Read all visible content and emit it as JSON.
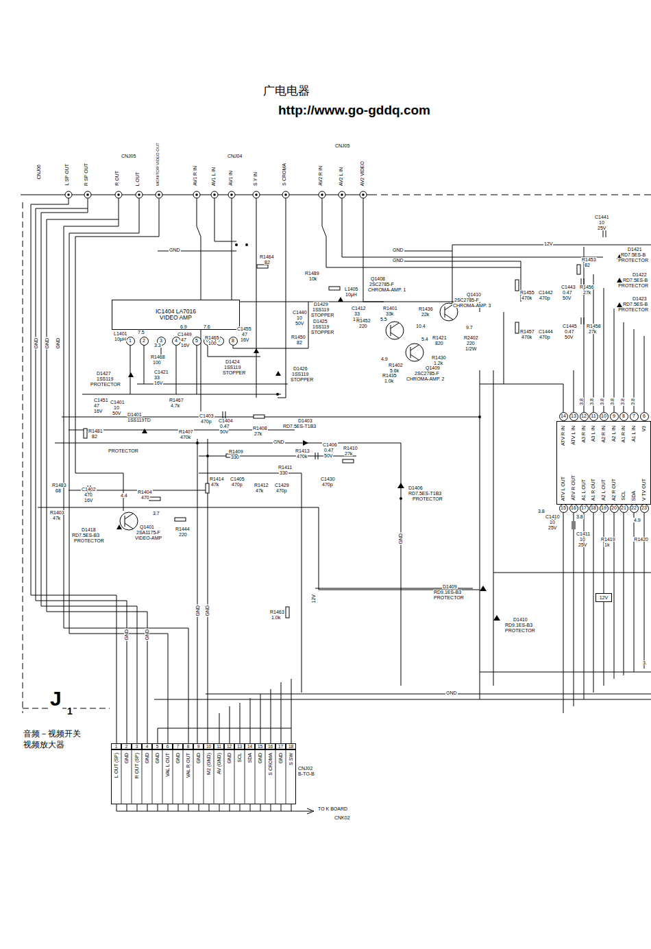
{
  "diagram": {
    "nodes": [
      {
        "text": [
          "IC1404 LA7016",
          "VIDEO AMP"
        ]
      },
      {
        "text": [
          "1"
        ]
      },
      {
        "text": [
          "2"
        ]
      },
      {
        "text": [
          "3"
        ]
      },
      {
        "text": [
          "4"
        ]
      },
      {
        "text": [
          "5"
        ]
      },
      {
        "text": [
          "6"
        ]
      },
      {
        "text": [
          "7"
        ]
      },
      {
        "text": [
          "8"
        ]
      },
      {
        "text": [
          "ATV R IN",
          "ATV L IN",
          "A3 R IN",
          "A3 L IN",
          "A2 R IN",
          "A2 L IN",
          "A1 R IN",
          "A1 L IN",
          "V3",
          "ATV L OUT",
          "ATV R OUT",
          "A1 L OUT",
          "A1 R OUT",
          "A2 L OUT",
          "A2 R OUT",
          "SCL",
          "SDA",
          "V TV OUT"
        ]
      },
      {
        "text": [
          "14"
        ]
      },
      {
        "text": [
          "13"
        ]
      },
      {
        "text": [
          "12"
        ]
      },
      {
        "text": [
          "11"
        ]
      },
      {
        "text": [
          "10"
        ]
      },
      {
        "text": [
          "9"
        ]
      },
      {
        "text": [
          "8"
        ]
      },
      {
        "text": [
          "7"
        ]
      },
      {
        "text": [
          "6"
        ]
      },
      {
        "text": [
          "15"
        ]
      },
      {
        "text": [
          "16"
        ]
      },
      {
        "text": [
          "17"
        ]
      },
      {
        "text": [
          "18"
        ]
      },
      {
        "text": [
          "19"
        ]
      },
      {
        "text": [
          "20"
        ]
      },
      {
        "text": [
          "21"
        ]
      },
      {
        "text": [
          "22"
        ]
      },
      {
        "text": [
          "23"
        ]
      },
      {
        "text": [
          "12V"
        ]
      },
      {
        "text": [
          "L OUT (SP)",
          "GND",
          "R OUT (SP)",
          "GND",
          "GND",
          "VAL L OUT",
          "GND",
          "VAL R OUT",
          "GND",
          "M2 (GND)",
          "AV (GND)",
          "GND",
          "SCL",
          "SDA",
          "GND",
          "S CROMA",
          "GND",
          "S SW"
        ]
      },
      {
        "text": [
          "1"
        ]
      },
      {
        "text": [
          "2"
        ]
      },
      {
        "text": [
          "3"
        ]
      },
      {
        "text": [
          "4"
        ]
      },
      {
        "text": [
          "5"
        ]
      },
      {
        "text": [
          "6"
        ]
      },
      {
        "text": [
          "7"
        ]
      },
      {
        "text": [
          "8"
        ]
      },
      {
        "text": [
          "9"
        ]
      },
      {
        "text": [
          "10"
        ]
      },
      {
        "text": [
          "11"
        ]
      },
      {
        "text": [
          "12"
        ]
      },
      {
        "text": [
          "13"
        ]
      },
      {
        "text": [
          "14"
        ]
      },
      {
        "text": [
          "15"
        ]
      },
      {
        "text": [
          "16"
        ]
      },
      {
        "text": [
          "17"
        ]
      },
      {
        "text": [
          "18"
        ]
      }
    ],
    "labels": [
      "广电电器",
      "http://www.go-gddq.com",
      "CNJ06",
      "L SP OUT",
      "R SP OUT",
      "CNJ05",
      "R OUT",
      "L OUT",
      "MONITOR VIDEO OUT",
      "AV1 R IN",
      "AV1 L IN",
      "CNJ04",
      "AV1 IN",
      "S Y IN",
      "S CROMA",
      "AV2 R IN",
      "CNJ05",
      "AV2 L IN",
      "AV2 VIDEO",
      "C1441",
      "10",
      "25V",
      "12V",
      "GND",
      "GND",
      "GND",
      "R1464",
      "82",
      "R1489",
      "10k",
      "L1405",
      "10μH",
      "Q1408",
      "2SC2785-F",
      "CHROMA-AMP. 1",
      "Q1410",
      "2SC2785-F",
      "CHROMA-AMP. 3",
      "R1453",
      "82",
      "D1421",
      "RD7.5ES-B",
      "PROTECTOR",
      "D1422",
      "RD7.5ES-B",
      "PROTECTOR",
      "D1423",
      "RD7.5ES-B",
      "PROTECTOR",
      "R1455",
      "470k",
      "C1442",
      "470p",
      "C1443",
      "0.47",
      "50V",
      "R1456",
      "27k",
      "R1457",
      "470k",
      "C1444",
      "470p",
      "C1445",
      "0.47",
      "50V",
      "R1458",
      "27k",
      "C1440",
      "10",
      "50V",
      "D1429",
      "1SS119",
      "STOPPER",
      "C1412",
      "33",
      "16V",
      "R1401",
      "33k",
      "R1436",
      "22k",
      "5.5",
      "10.4",
      "9.7",
      "5.4",
      "R1421",
      "820",
      "R2402",
      "220",
      "1/2W",
      "4.9",
      "R1402",
      "5.6k",
      "R1435",
      "1.0k",
      "R1430",
      "1.2k",
      "Q1409",
      "2SC2785-F",
      "CHROMA-AMP. 2",
      "R1452",
      "220",
      "D1425",
      "1SS119",
      "STOPPER",
      "R1450",
      "82",
      "C1455",
      "47",
      "16V",
      "D1424",
      "1SS119",
      "STOPPER",
      "D1426",
      "1SS119",
      "STOPPER",
      "R1465",
      "100",
      "C1449",
      "47",
      "16V",
      "6.9",
      "7.6",
      "7.5",
      "3.3",
      "L1401",
      "10μH",
      "R1468",
      "100",
      "C1421",
      "33",
      "16V",
      "D1427",
      "1SS119",
      "PROTECTOR",
      "C1451",
      "47",
      "16V",
      "C1401",
      "10",
      "50V",
      "R1467",
      "4.7k",
      "R1481",
      "82",
      "D1401",
      "1SS119TD",
      "PROTECTOR",
      "R1407",
      "470k",
      "C1403",
      "470p",
      "C1404",
      "0.47",
      "50V",
      "R1408",
      "27k",
      "D1403",
      "RD7.5ES-T1B3",
      "GND",
      "C1406",
      "0.47",
      "50V",
      "R1410",
      "27k",
      "R1413",
      "470k",
      "R1409",
      "330",
      "R1411",
      "330",
      "R1414",
      "47k",
      "C1405",
      "470p",
      "R1412",
      "47k",
      "C1429",
      "470p",
      "C1430",
      "470p",
      "D1406",
      "RD7.5ES-T1B3",
      "PROTECTOR",
      "R1483",
      "68",
      "C1402",
      "470",
      "16V",
      "R1404",
      "470",
      "4.4",
      "3.7",
      "R1403",
      "47k",
      "D1418",
      "RD7.5ES-B3",
      "PROTECTOR",
      "Q1401",
      "2SA1175-F",
      "VIDEO-AMP",
      "R1444",
      "220",
      "GND",
      "GND",
      "GND",
      "GND",
      "12V",
      "GND",
      "GND",
      "GND",
      "GND",
      "R1463",
      "1.0k",
      "D1409",
      "RD9.1ES-B3",
      "PROTECTOR",
      "D1410",
      "RD9.1ES-B3",
      "PROTECTOR",
      "GND",
      "J",
      "1",
      "音频－视频开关",
      "视频放大器",
      "CNJ02",
      "B-TO-B",
      "TO K BOARD",
      "CNK02",
      "C1410",
      "10",
      "25V",
      "3.8",
      "3.8",
      "C1411",
      "10",
      "25V",
      "R1419",
      "1k",
      "R1420",
      "4.9",
      "3.8",
      "3.8",
      "3.8",
      "3.8",
      "3.8",
      "3.8",
      "3."
    ]
  }
}
